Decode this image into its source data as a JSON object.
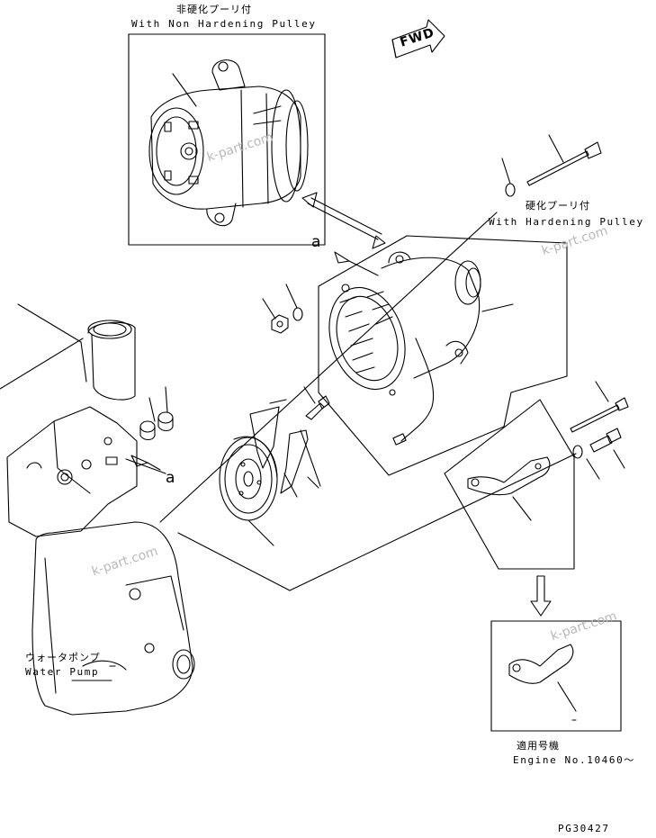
{
  "labels": {
    "top_inset_jp": "非硬化プーリ付",
    "top_inset_en": "With Non Hardening Pulley",
    "right_inset_jp": "硬化プーリ付",
    "right_inset_en": "With Hardening Pulley",
    "fwd": "FWD",
    "water_pump_jp": "ウォータポンプ",
    "water_pump_en": "Water Pump",
    "applicable_jp": "適用号機",
    "applicable_en": "Engine No.10460～",
    "drawing_number": "PG30427",
    "callout_a_top": "a",
    "callout_a_pump": "a"
  },
  "watermarks": [
    "k-part.com",
    "k-part.com",
    "k-part.com",
    "k-part.com"
  ],
  "icons": [
    "alternator-icon",
    "pulley-icon",
    "belt-icon",
    "bolt-icon",
    "nut-icon",
    "washer-icon",
    "bracket-icon",
    "water-pump-icon",
    "arrow-icon"
  ]
}
